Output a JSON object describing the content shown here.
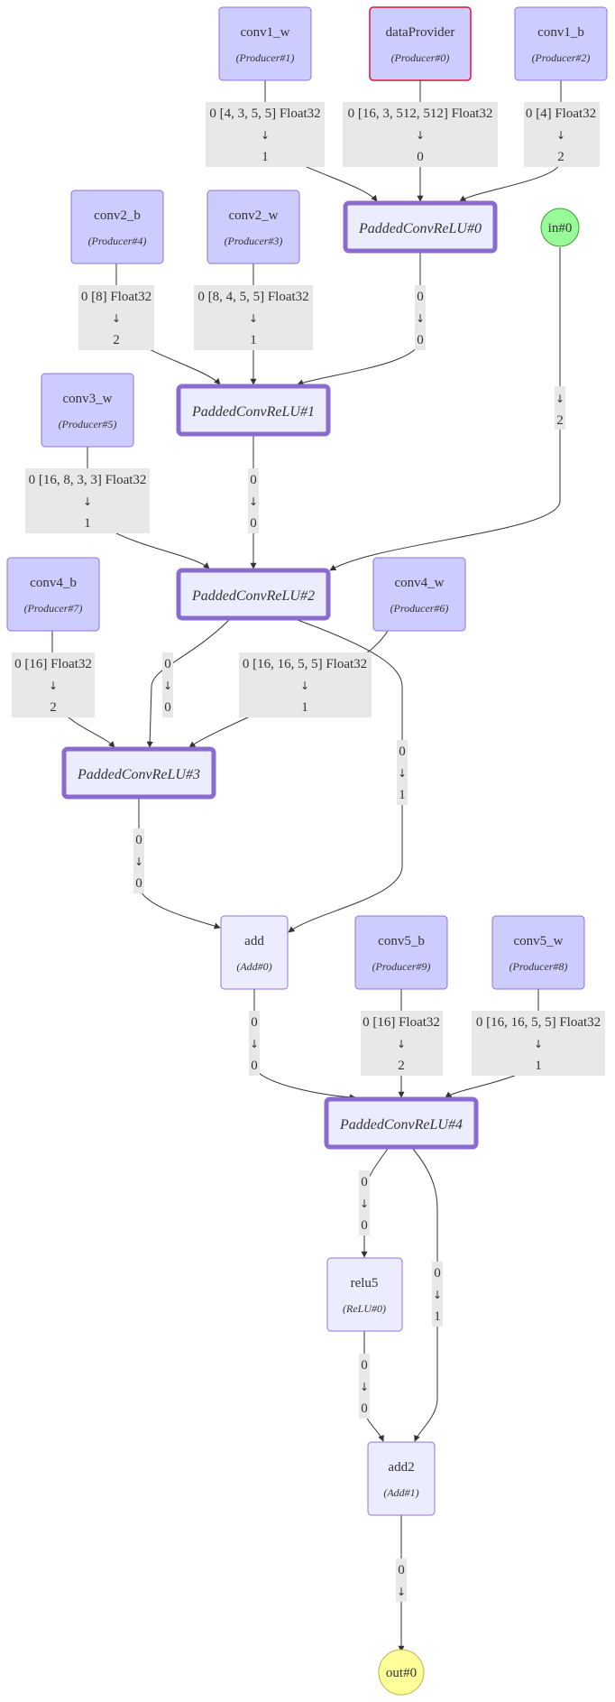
{
  "colors": {
    "producer_fill": "#ccccff",
    "producer_stroke": "#9370db",
    "provider_stroke": "#dc143c",
    "op_fill": "#ececff",
    "op_stroke": "#8a6bcf",
    "input_fill": "#98fb98",
    "output_fill": "#ffff99",
    "label_bg": "#e8e8e8",
    "edge": "#333333"
  },
  "nodes": {
    "conv1_w": {
      "title": "conv1_w",
      "sub": "(Producer#1)"
    },
    "dataProvider": {
      "title": "dataProvider",
      "sub": "(Producer#0)"
    },
    "conv1_b": {
      "title": "conv1_b",
      "sub": "(Producer#2)"
    },
    "conv2_b": {
      "title": "conv2_b",
      "sub": "(Producer#4)"
    },
    "conv2_w": {
      "title": "conv2_w",
      "sub": "(Producer#3)"
    },
    "conv3_w": {
      "title": "conv3_w",
      "sub": "(Producer#5)"
    },
    "conv4_b": {
      "title": "conv4_b",
      "sub": "(Producer#7)"
    },
    "conv4_w": {
      "title": "conv4_w",
      "sub": "(Producer#6)"
    },
    "conv5_b": {
      "title": "conv5_b",
      "sub": "(Producer#9)"
    },
    "conv5_w": {
      "title": "conv5_w",
      "sub": "(Producer#8)"
    },
    "pconv0": {
      "title": "PaddedConvReLU#0"
    },
    "pconv1": {
      "title": "PaddedConvReLU#1"
    },
    "pconv2": {
      "title": "PaddedConvReLU#2"
    },
    "pconv3": {
      "title": "PaddedConvReLU#3"
    },
    "pconv4": {
      "title": "PaddedConvReLU#4"
    },
    "add": {
      "title": "add",
      "sub": "(Add#0)"
    },
    "relu5": {
      "title": "relu5",
      "sub": "(ReLU#0)"
    },
    "add2": {
      "title": "add2",
      "sub": "(Add#1)"
    },
    "in0": {
      "title": "in#0"
    },
    "out0": {
      "title": "out#0"
    }
  },
  "edges": {
    "e_conv1w": {
      "top": "0 [4, 3, 5, 5] Float32",
      "arrow": "↓",
      "bottom": "1"
    },
    "e_data": {
      "top": "0 [16, 3, 512, 512] Float32",
      "arrow": "↓",
      "bottom": "0"
    },
    "e_conv1b": {
      "top": "0 [4] Float32",
      "arrow": "↓",
      "bottom": "2"
    },
    "e_conv2b": {
      "top": "0 [8] Float32",
      "arrow": "↓",
      "bottom": "2"
    },
    "e_conv2w": {
      "top": "0 [8, 4, 5, 5] Float32",
      "arrow": "↓",
      "bottom": "1"
    },
    "e_p0": {
      "top": "0",
      "arrow": "↓",
      "bottom": "0"
    },
    "e_in0": {
      "top": "",
      "arrow": "↓",
      "bottom": "2"
    },
    "e_conv3w": {
      "top": "0 [16, 8, 3, 3] Float32",
      "arrow": "↓",
      "bottom": "1"
    },
    "e_p1": {
      "top": "0",
      "arrow": "↓",
      "bottom": "0"
    },
    "e_conv4b": {
      "top": "0 [16] Float32",
      "arrow": "↓",
      "bottom": "2"
    },
    "e_p2a": {
      "top": "0",
      "arrow": "↓",
      "bottom": "0"
    },
    "e_conv4w": {
      "top": "0 [16, 16, 5, 5] Float32",
      "arrow": "↓",
      "bottom": "1"
    },
    "e_p2b": {
      "top": "0",
      "arrow": "↓",
      "bottom": "1"
    },
    "e_p3": {
      "top": "0",
      "arrow": "↓",
      "bottom": "0"
    },
    "e_add": {
      "top": "0",
      "arrow": "↓",
      "bottom": "0"
    },
    "e_conv5b": {
      "top": "0 [16] Float32",
      "arrow": "↓",
      "bottom": "2"
    },
    "e_conv5w": {
      "top": "0 [16, 16, 5, 5] Float32",
      "arrow": "↓",
      "bottom": "1"
    },
    "e_p4a": {
      "top": "0",
      "arrow": "↓",
      "bottom": "0"
    },
    "e_p4b": {
      "top": "0",
      "arrow": "↓",
      "bottom": "1"
    },
    "e_relu5": {
      "top": "0",
      "arrow": "↓",
      "bottom": "0"
    },
    "e_add2": {
      "top": "0",
      "arrow": "↓",
      "bottom": ""
    }
  }
}
